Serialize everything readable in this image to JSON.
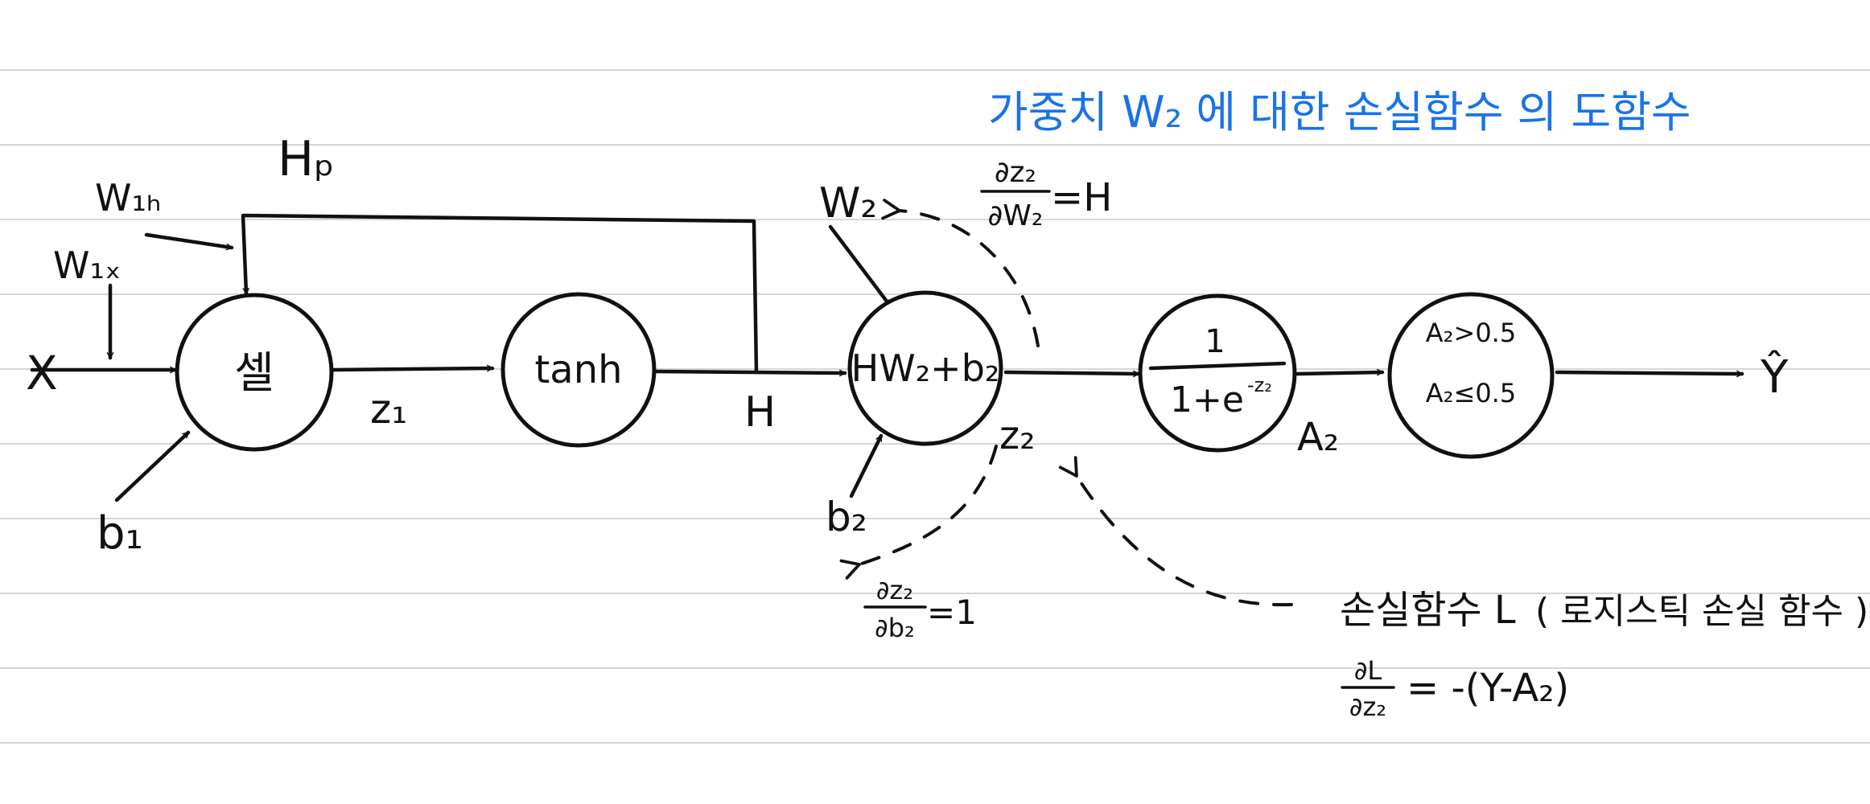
{
  "title": "가중치 W₂ 에 대한 손실함수 의 도함수",
  "colors": {
    "title": "#1a73e8",
    "ink": "#111111",
    "rule": "#d6d6d6"
  },
  "inputs": {
    "x": "X",
    "w1h": "W₁ₕ",
    "w1x": "W₁ₓ",
    "b1": "b₁",
    "hp": "Hₚ",
    "w2": "W₂",
    "b2": "b₂"
  },
  "nodes": {
    "cell": "셀",
    "tanh": "tanh",
    "linear": "HW₂+b₂",
    "sigmoid_num": "1",
    "sigmoid_den": "1+e",
    "sigmoid_exp": "-z₂",
    "threshold_top": "A₂>0.5",
    "threshold_bottom": "A₂≤0.5"
  },
  "edges": {
    "z1": "z₁",
    "h": "H",
    "z2": "z₂",
    "a2": "A₂",
    "y_hat": "Ŷ"
  },
  "gradients": {
    "dz2_dw2_num": "∂z₂",
    "dz2_dw2_den": "∂W₂",
    "dz2_dw2_val": "=H",
    "dz2_db2_num": "∂z₂",
    "dz2_db2_den": "∂b₂",
    "dz2_db2_val": "=1",
    "dl_dz2_num": "∂L",
    "dl_dz2_den": "∂z₂",
    "dl_dz2_val": "= -(Y-A₂)"
  },
  "loss": {
    "label": "손실함수 L",
    "note": "( 로지스틱 손실 함수 )"
  }
}
